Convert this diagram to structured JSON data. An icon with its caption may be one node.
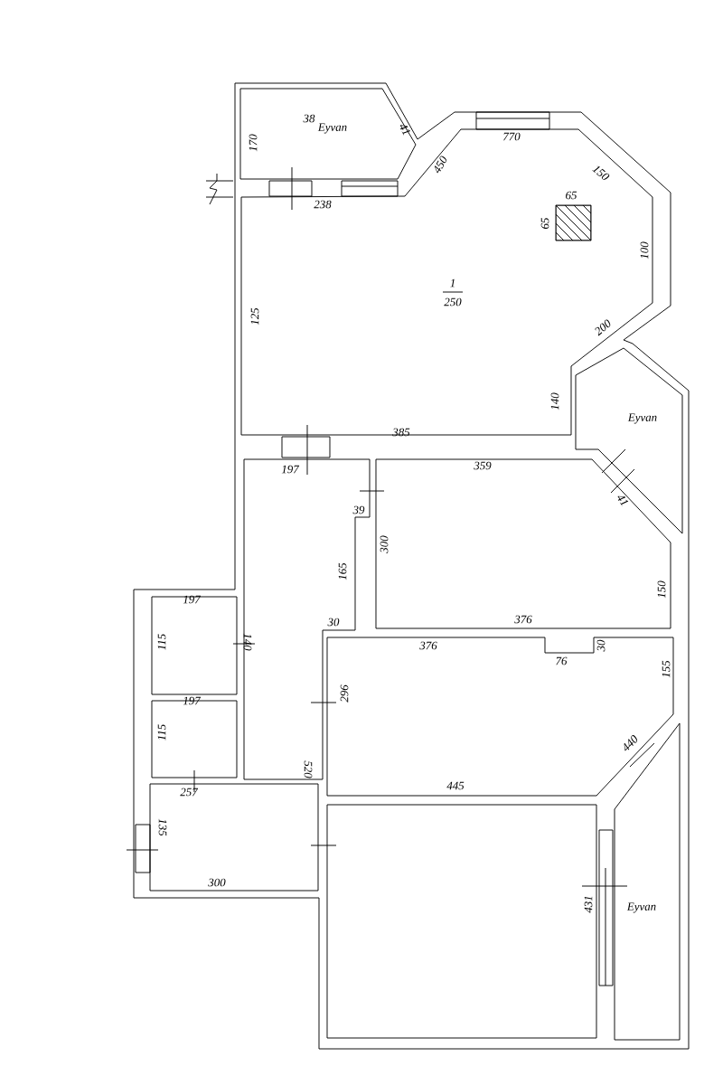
{
  "diagram": {
    "labels": [
      "38",
      "Eyvan",
      "170",
      "41",
      "770",
      "450",
      "150",
      "238",
      "65",
      "65",
      "125",
      "1",
      "250",
      "100",
      "200",
      "140",
      "385",
      "Eyvan",
      "197",
      "359",
      "41",
      "39",
      "300",
      "165",
      "150",
      "197",
      "140",
      "115",
      "30",
      "376",
      "376",
      "30",
      "76",
      "155",
      "197",
      "296",
      "115",
      "520",
      "440",
      "257",
      "445",
      "135",
      "300",
      "431",
      "Eyvan"
    ]
  }
}
